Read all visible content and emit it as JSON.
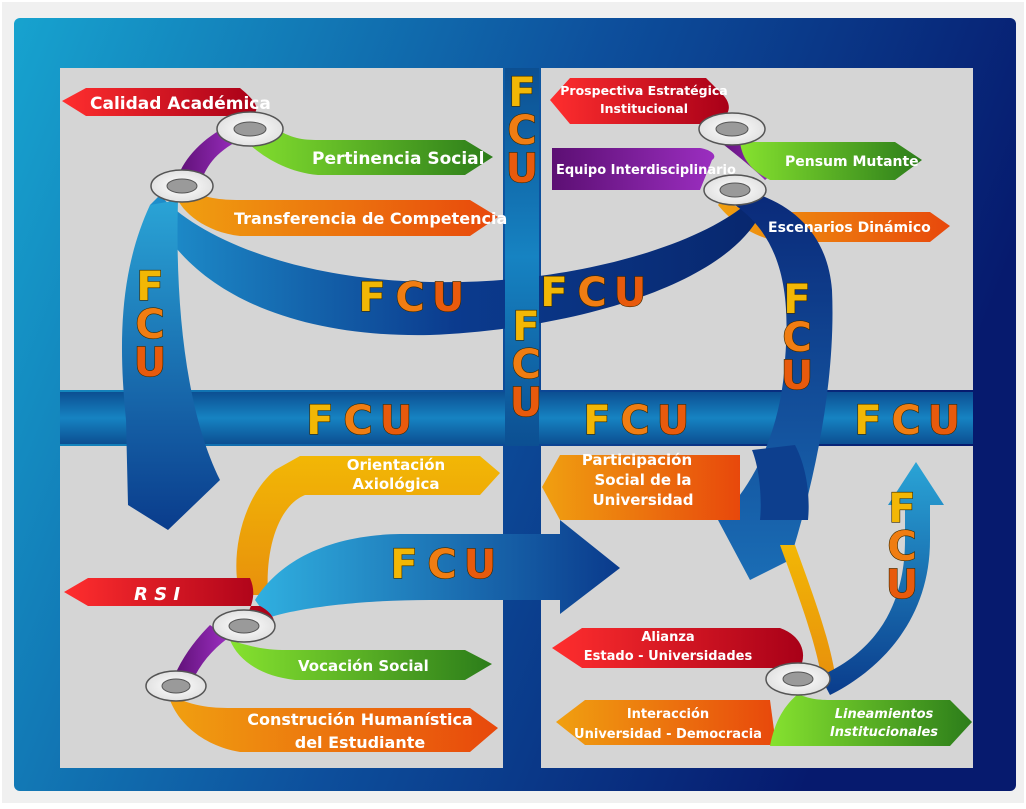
{
  "fcu": {
    "f": "F",
    "c": "C",
    "u": "U"
  },
  "colors": {
    "frame_light": "#17a3cf",
    "frame_dark": "#061a6e",
    "panel": "#d5d5d5",
    "letter_f": "#f2b705",
    "letter_c": "#f07d12",
    "letter_u": "#e85a0c"
  },
  "quadrants": {
    "top_left": {
      "calidad": "Calidad Académica",
      "pertinencia": "Pertinencia Social",
      "transferencia": "Transferencia de Competencia"
    },
    "top_right": {
      "prospectiva_1": "Prospectiva Estratégica",
      "prospectiva_2": "Institucional",
      "equipo": "Equipo Interdisciplinario",
      "pensum": "Pensum Mutante",
      "escenarios": "Escenarios Dinámico"
    },
    "bottom_left": {
      "orientacion_1": "Orientación",
      "orientacion_2": "Axiológica",
      "rsi": "R S I",
      "vocacion": "Vocación Social",
      "construccion_1": "Construción Humanística",
      "construccion_2": "del Estudiante"
    },
    "bottom_right": {
      "participacion_1": "Participación",
      "participacion_2": "Social de la",
      "participacion_3": "Universidad",
      "alianza_1": "Alianza",
      "alianza_2": "Estado - Universidades",
      "interaccion_1": "Interacción",
      "interaccion_2": "Universidad - Democracia",
      "lineamientos_1": "Lineamientos",
      "lineamientos_2": "Institucionales"
    }
  }
}
